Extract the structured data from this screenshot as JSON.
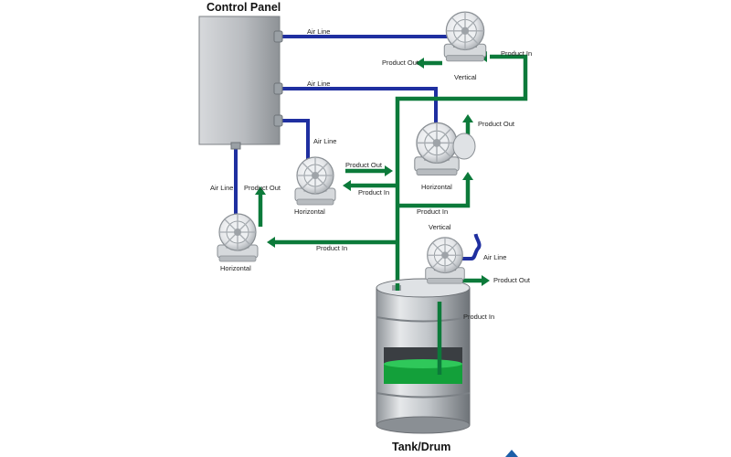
{
  "title_control_panel": "Control Panel",
  "title_tank": "Tank/Drum",
  "labels": {
    "air_line": "Air Line",
    "product_out": "Product Out",
    "product_in": "Product In",
    "vertical": "Vertical",
    "horizontal": "Horizontal"
  },
  "colors": {
    "air_line": "#1f2fa0",
    "product_line": "#0c7a3a",
    "fluid": "#13a03a",
    "panel": "#b9bcc0"
  }
}
